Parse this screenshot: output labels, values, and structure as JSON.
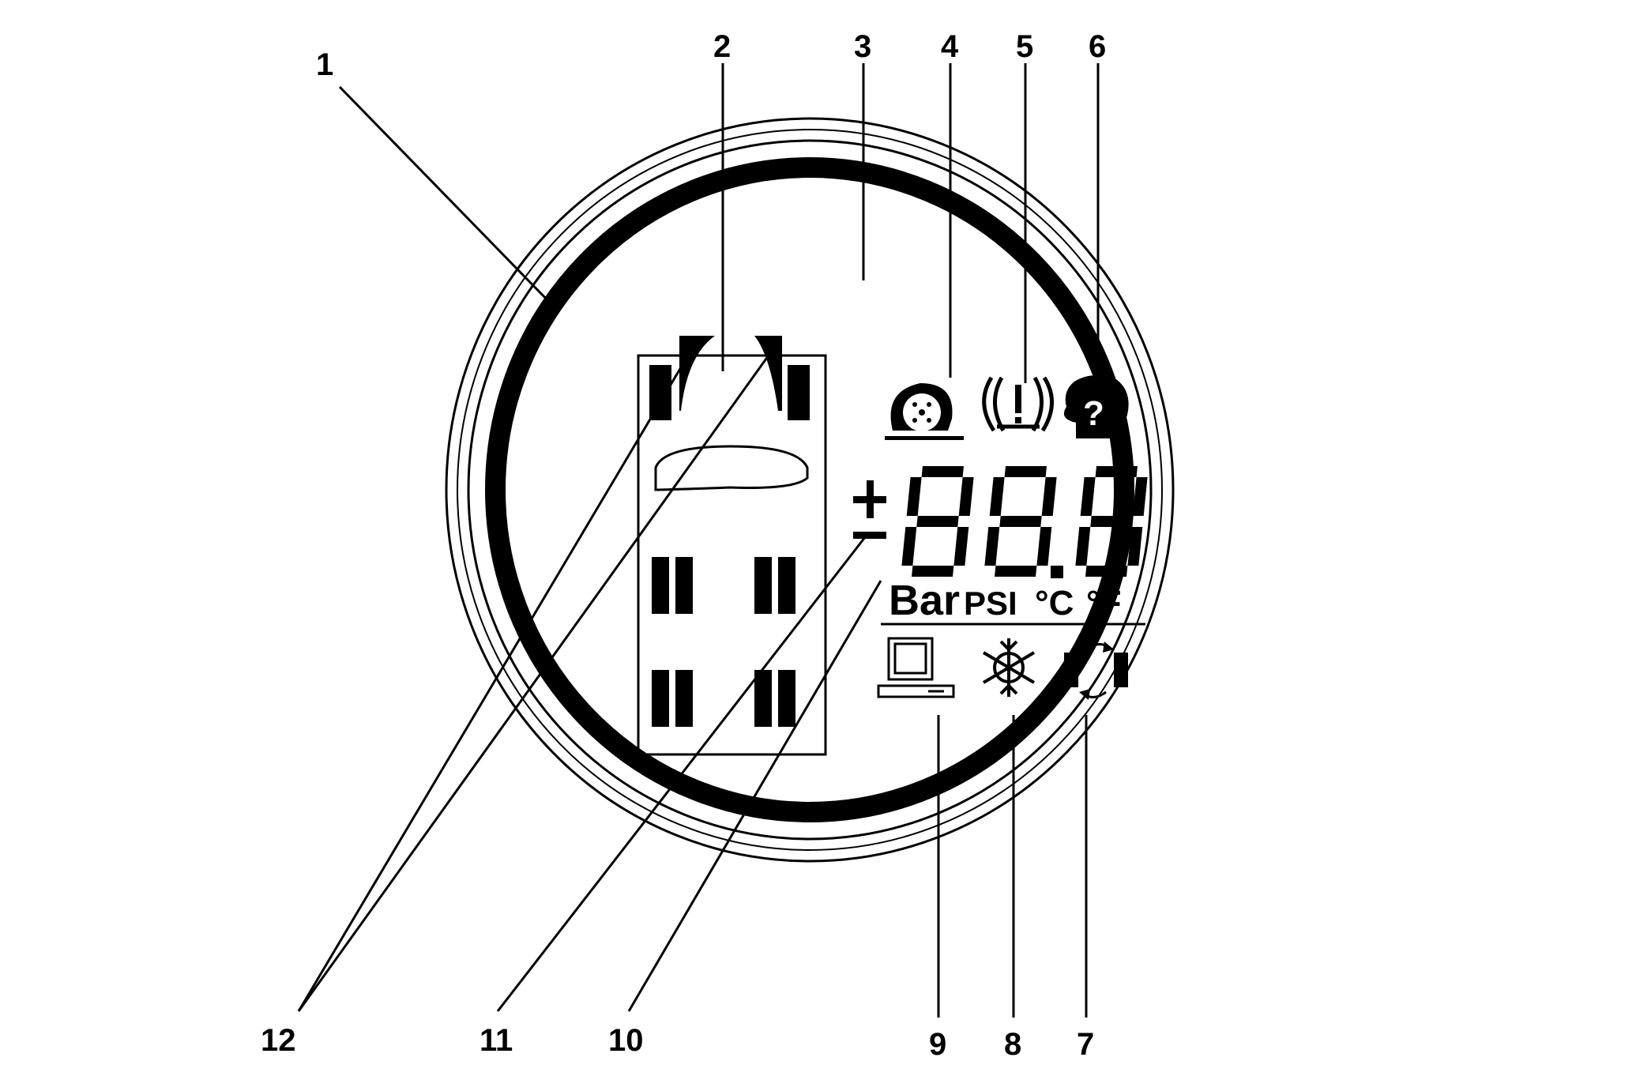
{
  "colors": {
    "ink": "#000000",
    "background": "#ffffff"
  },
  "display": {
    "sign": "±",
    "digits": "88.8",
    "units": {
      "bar": "Bar",
      "psi": "PSI",
      "deg_c": "°C",
      "deg_f": "°F"
    },
    "status_icons": [
      "tire-icon",
      "tpms-warning-icon",
      "help-head-icon"
    ],
    "bottom_icons": [
      "computer-icon",
      "snowflake-icon",
      "tire-rotation-icon"
    ]
  },
  "callouts": [
    "1",
    "2",
    "3",
    "4",
    "5",
    "6",
    "7",
    "8",
    "9",
    "10",
    "11",
    "12"
  ]
}
